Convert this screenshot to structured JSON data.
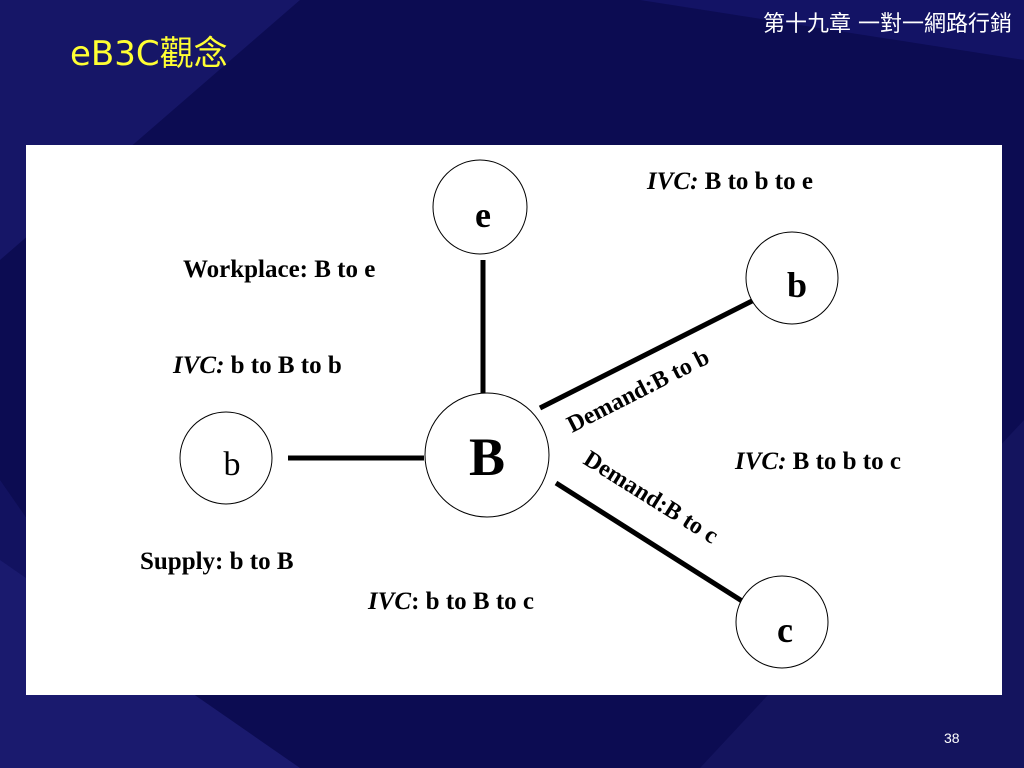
{
  "header": {
    "chapter": "第十九章 一對一網路行銷",
    "title": "eB3C觀念"
  },
  "diagram": {
    "nodes": {
      "center": "B",
      "top": "e",
      "right_top": "b",
      "left": "b",
      "bottom_right": "c"
    },
    "labels": {
      "workplace": "Workplace: B to e",
      "ivc_b_to_b_to_e_prefix": "IVC:",
      "ivc_b_to_b_to_e_text": " B to b to e",
      "ivc_b_to_B_to_b_prefix": "IVC:",
      "ivc_b_to_B_to_b_text": " b to B to b",
      "demand_b": "Demand:B to b",
      "demand_c": "Demand:B to c",
      "ivc_B_to_b_to_c_prefix": "IVC:",
      "ivc_B_to_b_to_c_text": " B to b to c",
      "supply": "Supply: b to B",
      "ivc_b_to_B_to_c_prefix": "IVC",
      "ivc_b_to_B_to_c_text": ": b to B to c"
    }
  },
  "footer": {
    "page_number": "38"
  },
  "colors": {
    "background": "#0c0c52",
    "title": "#ffff33",
    "text": "#ffffff"
  }
}
